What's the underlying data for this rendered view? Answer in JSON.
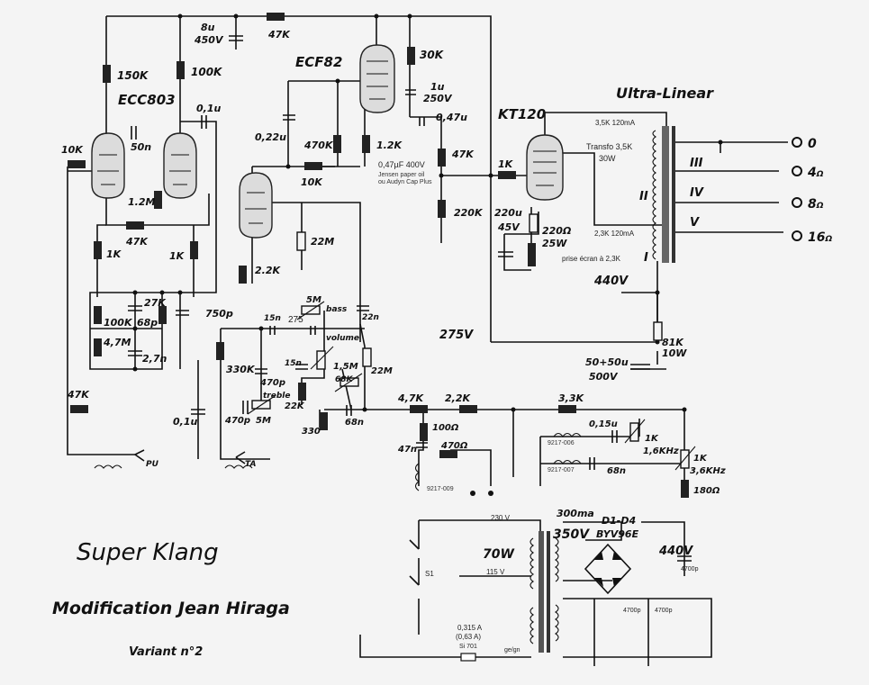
{
  "titles": {
    "main": "Super Klang",
    "mod": "Modification  Jean Hiraga",
    "variant": "Variant n°2",
    "ultralinear": "Ultra-Linear"
  },
  "tubes": {
    "ecc803": "ECC803",
    "ecf82": "ECF82",
    "kt120": "KT120"
  },
  "transformer": {
    "tap1": "3,5K 120mA",
    "tap2": "Transfo 3,5K",
    "tap3": "30W",
    "tap4": "2,3K 120mA",
    "ecran": "prise écran à 2,3K",
    "w2": "II",
    "w1": "I",
    "w3": "III",
    "w4": "IV",
    "w5": "V"
  },
  "outputs": {
    "o0": "0",
    "o4": "4",
    "o8": "8",
    "o16": "16"
  },
  "ohm_sign": "Ω",
  "values": {
    "r150k": "150K",
    "r100k_top": "100K",
    "c8u": "8u",
    "c8u_v": "450V",
    "r47k_top": "47K",
    "r30k": "30K",
    "c1u": "1u",
    "c1u_v": "250V",
    "c047": "0,47u",
    "c50n": "50n",
    "c01_top": "0,1u",
    "r10k": "10K",
    "r1_2m": "1.2M",
    "r47k_mid": "47K",
    "r1k_a": "1K",
    "r1k_b": "1K",
    "c022": "0,22u",
    "r470k": "470K",
    "r1_2k": "1.2K",
    "r10k_mid": "10K",
    "jensen1": "0,47µF 400V",
    "jensen2": "Jensen paper oil",
    "jensen3": "ou Audyn Cap Plus",
    "r47k_g": "47K",
    "r220k": "220K",
    "r1k_g": "1K",
    "c220u": "220u",
    "c220u_v": "45V",
    "r220": "220Ω",
    "r220_w": "25W",
    "r22m": "22M",
    "r2_2k": "2.2K",
    "r27k": "27K",
    "r100k_tc": "100K",
    "c68p": "68p",
    "r4_7m": "4,7M",
    "c2_7n": "2,7n",
    "c750p": "750p",
    "p5m_bass": "5M",
    "bass": "bass",
    "c15n_a": "15n",
    "r275": "275",
    "c22n": "22n",
    "volume": "volume",
    "r330k": "330K",
    "c470p_a": "470p",
    "c15n_b": "15n",
    "p1_5m": "1,5M",
    "r22m_b": "22M",
    "r68k": "68K",
    "treble": "treble",
    "c470p_b": "470p",
    "p5m_tr": "5M",
    "r22k": "22K",
    "r330": "330",
    "c68n": "68n",
    "b275v": "275V",
    "b440v": "440V",
    "r81k": "81K",
    "r81k_w": "10W",
    "c50_50": "50+50u",
    "c50_50_v": "500V",
    "r47k_pu": "47K",
    "c01_bot": "0,1u",
    "pu": "PU",
    "ta": "TA",
    "r4_7k": "4,7K",
    "r2_2k_b": "2,2K",
    "r3_3k": "3,3K",
    "r100": "100Ω",
    "r470": "470Ω",
    "c47n": "47n",
    "c015": "0,15u",
    "r1k_f1": "1K",
    "f1": "1,6KHz",
    "r1k_f2": "1K",
    "f2": "3,6KHz",
    "r180": "180Ω",
    "c68n_b": "68n",
    "coil1": "9217-006",
    "coil2": "9217-007",
    "coil3": "9217-009",
    "ps_300": "300ma",
    "ps_350": "350V",
    "ps_70": "70W",
    "ps_d": "D1-D4",
    "ps_diode": "BYV96E",
    "ps_440": "440V",
    "ps_230": "230 V",
    "ps_115": "115 V",
    "ps_s1": "S1",
    "ps_fuse": "0,315 A",
    "ps_fuse2": "(0,63 A)",
    "ps_fuse3": "Si 701",
    "ps_4700p_a": "4700p",
    "ps_4700p_b": "4700p",
    "ps_4700p_c": "4700p",
    "ps_gegn": "ge/gn"
  }
}
